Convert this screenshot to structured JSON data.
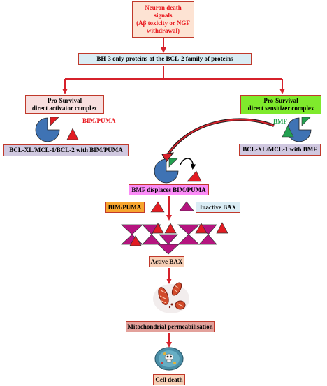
{
  "top_signal": {
    "title_line1": "Neuron death",
    "title_line2": "signals",
    "subtitle_line1": "(Aβ toxicity or NGF",
    "subtitle_line2": "withdrawal)"
  },
  "bh3_box": "BH-3 only proteins of the BCL-2 family of proteins",
  "left_complex": {
    "line1": "Pro-Survival",
    "line2": "direct activator complex"
  },
  "right_complex": {
    "line1": "Pro-Survival",
    "line2": "direct sensitizer complex"
  },
  "bim_puma_label": "BIM/PUMA",
  "bmf_label": "BMF",
  "left_bound": "BCL-XL/MCL-1/BCL-2 with BIM/PUMA",
  "right_bound": "BCL-XL/MCL-1 with BMF",
  "displace_box": "BMF displaces BIM/PUMA",
  "bim_puma_box": "BIM/PUMA",
  "inactive_bax_box": "Inactive BAX",
  "active_bax_box": "Active BAX",
  "mito_box": "Mitochondrial permeabilisation",
  "cell_death_box": "Cell death",
  "colors": {
    "red_text": "#e8141b",
    "green_text": "#1fa14a",
    "arrow_red": "#d6212b",
    "pie_blue": "#3f73b4",
    "triangle_red": "#e21c23",
    "triangle_green": "#23a050",
    "magenta": "#b5147f",
    "box_pink_top": "#fde3d3",
    "box_lightblue": "#d9ecf4",
    "box_pink_left": "#f7dede",
    "box_green": "#7fea2c",
    "box_lavender": "#d0c8e0",
    "box_magenta": "#fb8bf7",
    "box_orange": "#f7a52e",
    "box_peach": "#f8d0b7",
    "box_salmon": "#e3a19b"
  }
}
